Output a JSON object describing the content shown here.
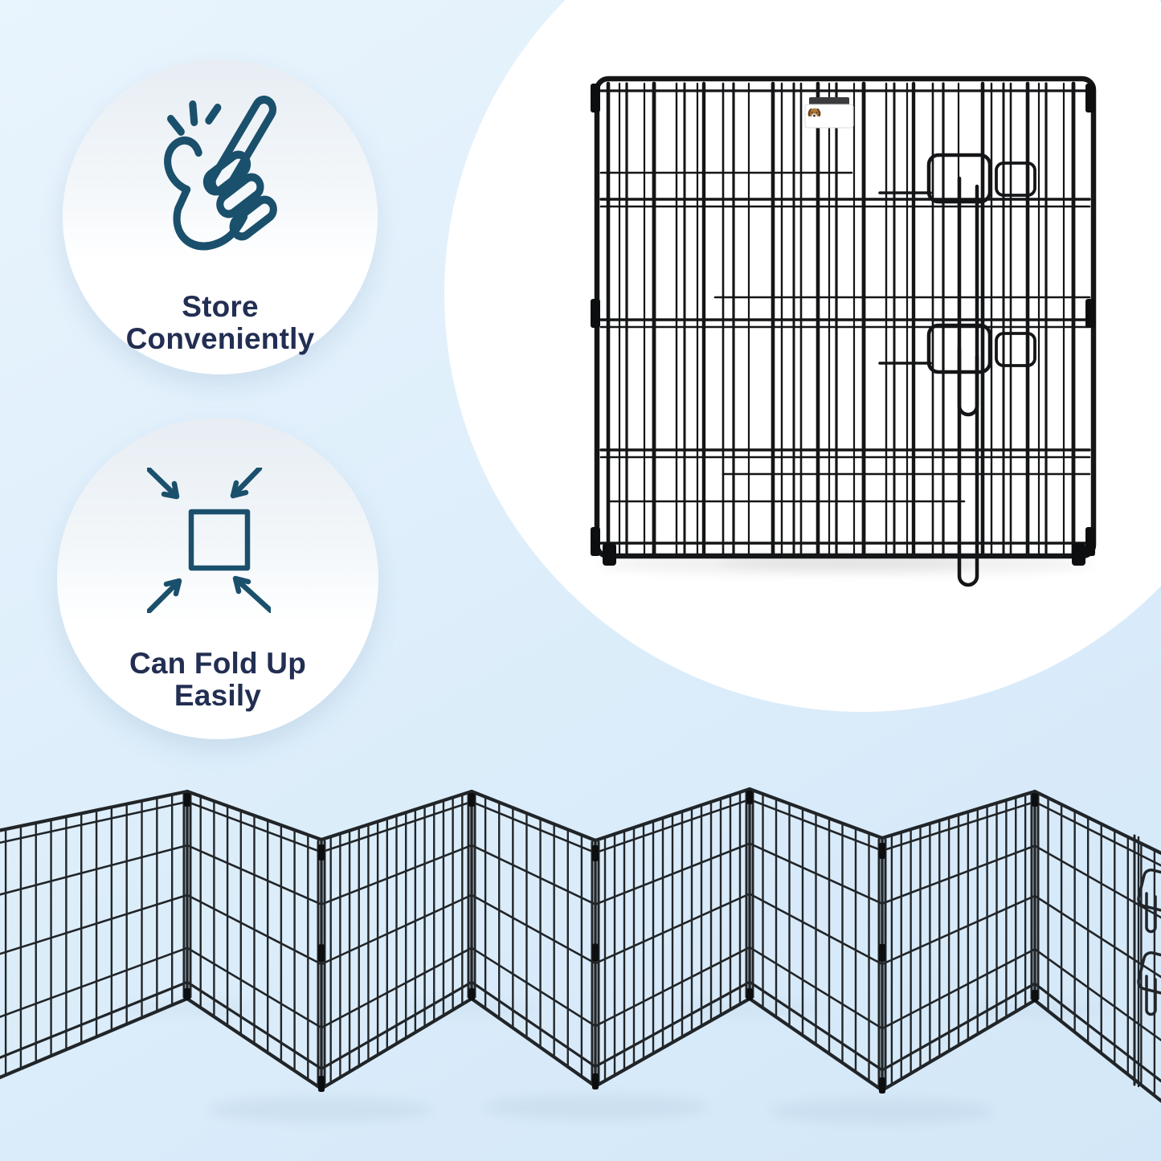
{
  "features": {
    "badge1": {
      "line1": "Store",
      "line2": "Conveniently",
      "icon": "snap-finger-icon"
    },
    "badge2": {
      "line1": "Can Fold Up",
      "line2": "Easily",
      "icon": "fold-inward-arrows-icon"
    }
  },
  "product_views": {
    "folded_stack_icon": "folded-panel-stack",
    "zigzag_fence_icon": "unfolded-zigzag-panels",
    "brand_tag_icon": "dog-logo-tag"
  },
  "colors": {
    "background_top": "#e9f4fd",
    "background_bottom": "#d3e7f8",
    "circle_fill": "#ffffff",
    "badge_gradient_top": "#e7edf3",
    "icon_stroke": "#1a506c",
    "text_navy": "#222e52",
    "wire": "#212528",
    "stack_wire": "#141517",
    "tag_clip": "#3b3b3e",
    "dog_brown": "#b07a3c",
    "dog_ear": "#6e4318"
  }
}
